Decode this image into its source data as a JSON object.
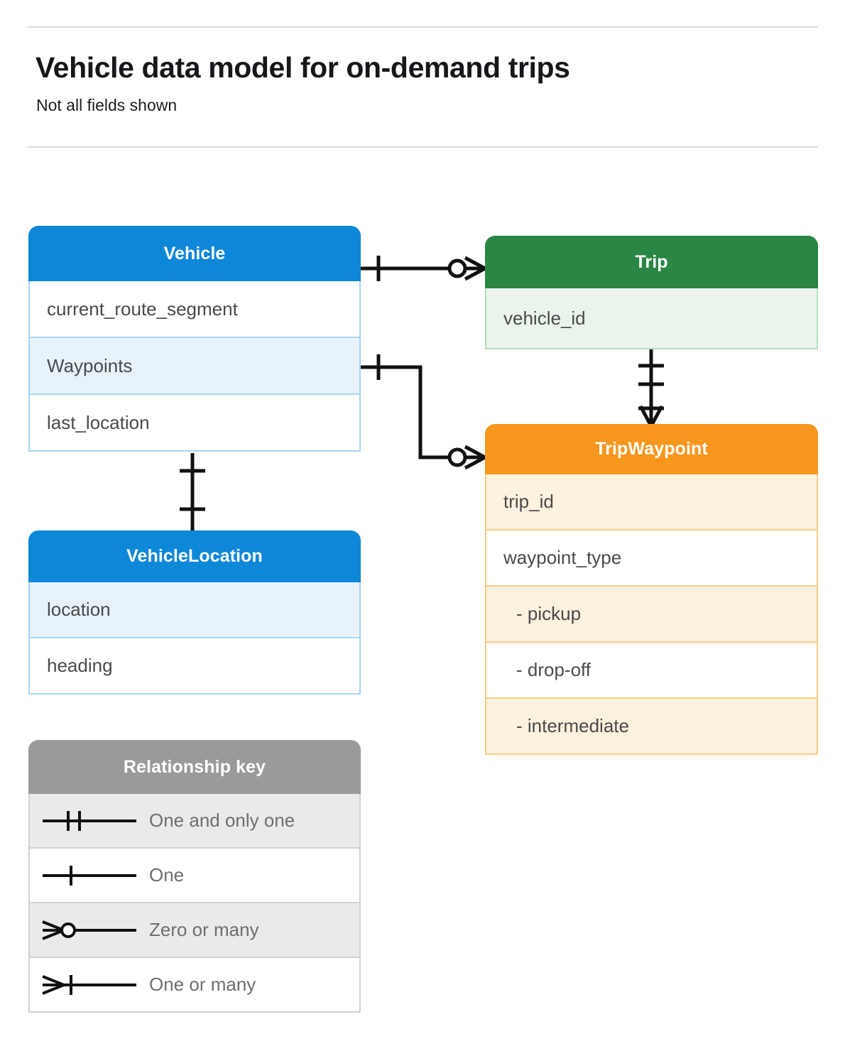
{
  "header": {
    "title": "Vehicle data model for on-demand trips",
    "subtitle": "Not all fields shown"
  },
  "colors": {
    "blue": "#0d87d8",
    "blue_tint": "#e8f2fd",
    "blue_border": "#a8d6f5",
    "green": "#2a8644",
    "green_tint": "#eaf4ed",
    "green_border": "#b6ddc1",
    "orange": "#f7971d",
    "orange_tint": "#fdf2df",
    "orange_border": "#f8cd82",
    "gray": "#9a9a9a",
    "gray_tint": "#eaeaea",
    "line": "#111111"
  },
  "entities": [
    {
      "id": "vehicle",
      "name": "Vehicle",
      "color": "blue",
      "fields": [
        {
          "label": "current_route_segment",
          "highlighted": false
        },
        {
          "label": "Waypoints",
          "highlighted": true
        },
        {
          "label": "last_location",
          "highlighted": false
        }
      ]
    },
    {
      "id": "trip",
      "name": "Trip",
      "color": "green",
      "fields": [
        {
          "label": "vehicle_id",
          "highlighted": true
        }
      ]
    },
    {
      "id": "tripwaypoint",
      "name": "TripWaypoint",
      "color": "orange",
      "fields": [
        {
          "label": "trip_id",
          "highlighted": true
        },
        {
          "label": "waypoint_type",
          "highlighted": false
        },
        {
          "label": "- pickup",
          "highlighted": true
        },
        {
          "label": "- drop-off",
          "highlighted": false
        },
        {
          "label": "- intermediate",
          "highlighted": true
        }
      ]
    },
    {
      "id": "vehiclelocation",
      "name": "VehicleLocation",
      "color": "blue",
      "fields": [
        {
          "label": "location",
          "highlighted": true
        },
        {
          "label": "heading",
          "highlighted": false
        }
      ]
    }
  ],
  "legend": {
    "title": "Relationship key",
    "rows": [
      {
        "symbol": "one-and-only-one",
        "label": "One and only one"
      },
      {
        "symbol": "one",
        "label": "One"
      },
      {
        "symbol": "zero-or-many",
        "label": "Zero or many"
      },
      {
        "symbol": "one-or-many",
        "label": "One or many"
      }
    ]
  },
  "relationships": [
    {
      "id": "vehicle-trip",
      "from": "Vehicle",
      "from_cardinality": "one",
      "to": "Trip",
      "to_cardinality": "zero-or-many"
    },
    {
      "id": "waypoints-tripwaypoint",
      "from": "Vehicle.Waypoints",
      "from_cardinality": "one",
      "to": "TripWaypoint",
      "to_cardinality": "zero-or-many"
    },
    {
      "id": "trip-tripwaypoint",
      "from": "Trip",
      "from_cardinality": "one-and-only-one",
      "to": "TripWaypoint",
      "to_cardinality": "one-or-many"
    },
    {
      "id": "vehicle-vehiclelocation",
      "from": "Vehicle",
      "from_cardinality": "one",
      "to": "VehicleLocation",
      "to_cardinality": "one"
    }
  ]
}
